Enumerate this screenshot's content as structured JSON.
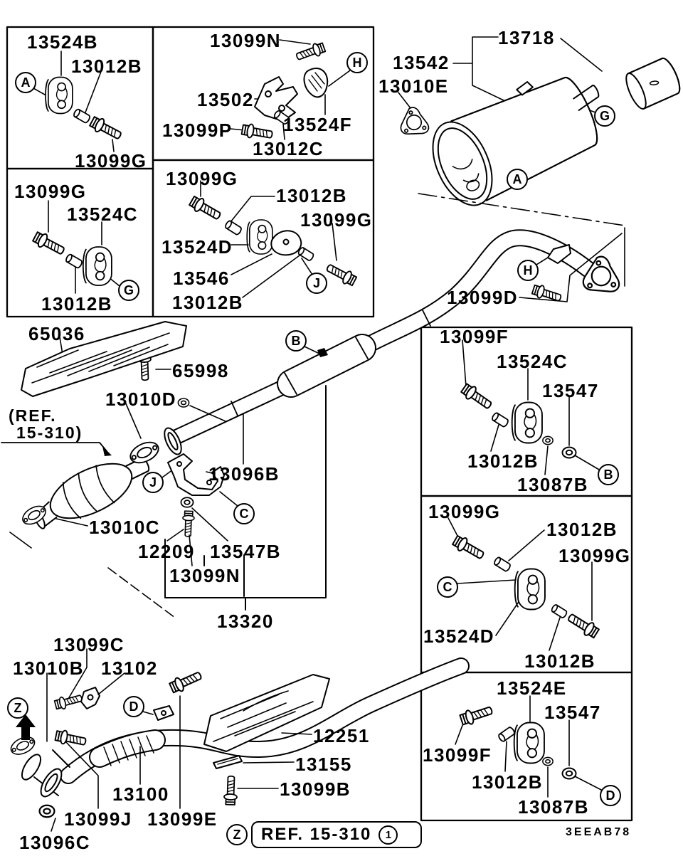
{
  "parts": {
    "13524B": "13524B",
    "13012B": "13012B",
    "13099G": "13099G",
    "13099N": "13099N",
    "13502": "13502",
    "13099P": "13099P",
    "13524F": "13524F",
    "13012C": "13012C",
    "13524C": "13524C",
    "13524D": "13524D",
    "13546": "13546",
    "13718": "13718",
    "13542": "13542",
    "13010E": "13010E",
    "13099D": "13099D",
    "13099F": "13099F",
    "13547": "13547",
    "13087B": "13087B",
    "13524E": "13524E",
    "65036": "65036",
    "65998": "65998",
    "13010D": "13010D",
    "13010C": "13010C",
    "13096B": "13096B",
    "12209": "12209",
    "13547B": "13547B",
    "13320": "13320",
    "13099C": "13099C",
    "13010B": "13010B",
    "13102": "13102",
    "12251": "12251",
    "13155": "13155",
    "13099B": "13099B",
    "13100": "13100",
    "13099J": "13099J",
    "13099E": "13099E",
    "13096C": "13096C"
  },
  "callouts": {
    "A": "A",
    "B": "B",
    "C": "C",
    "D": "D",
    "G": "G",
    "H": "H",
    "J": "J",
    "Z": "Z"
  },
  "ref_note": {
    "line1": "(REF.",
    "line2": "15-310)"
  },
  "footer": {
    "callout": "Z",
    "ref_label": "REF. 15-310",
    "ref_number": "1",
    "drawing_code": "3EEAB78"
  }
}
